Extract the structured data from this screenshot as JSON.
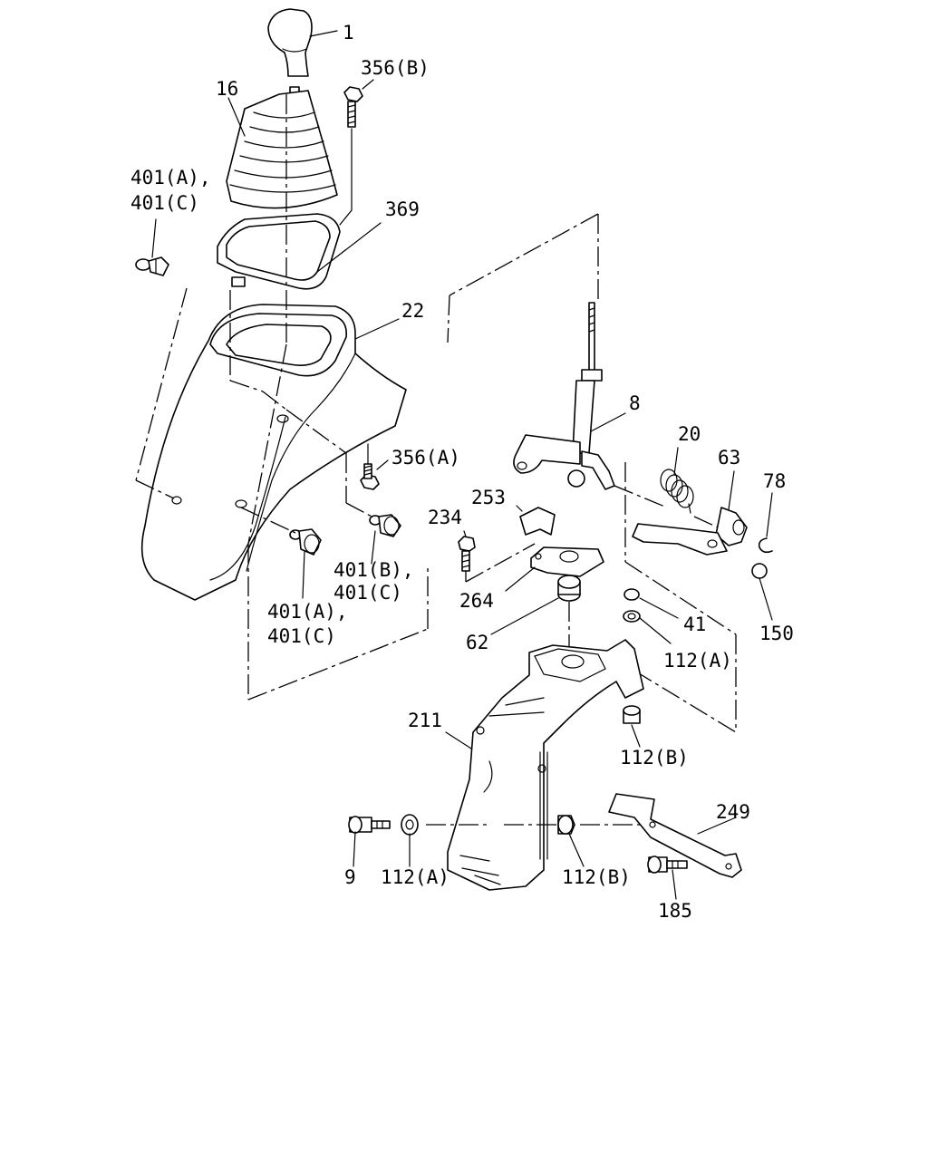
{
  "labels": {
    "l1": "1",
    "l356b": "356(B)",
    "l16": "16",
    "l401ac_1": "401(A),",
    "l401ac_2": "401(C)",
    "l369": "369",
    "l22": "22",
    "l8": "8",
    "l20": "20",
    "l63": "63",
    "l78": "78",
    "l356a": "356(A)",
    "l253": "253",
    "l234": "234",
    "l401bc_1": "401(B),",
    "l401bc_2": "401(C)",
    "l401ac2_1": "401(A),",
    "l401ac2_2": "401(C)",
    "l264": "264",
    "l41": "41",
    "l150": "150",
    "l112a_top": "112(A)",
    "l62": "62",
    "l211": "211",
    "l112b_top": "112(B)",
    "l249": "249",
    "l9": "9",
    "l112a_bot": "112(A)",
    "l112b_bot": "112(B)",
    "l185": "185"
  },
  "colors": {
    "line": "#000000",
    "background": "#ffffff"
  }
}
